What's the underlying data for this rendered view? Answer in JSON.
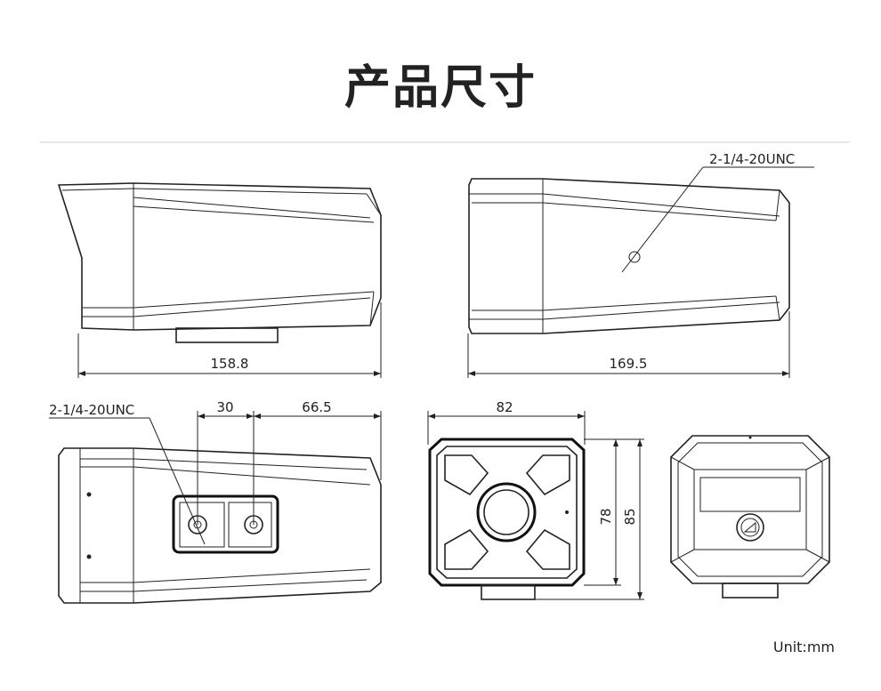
{
  "title": "产品尺寸",
  "unit_label": "Unit:mm",
  "dims": {
    "side_length": "158.8",
    "top_length": "169.5",
    "bottom_gap_a": "30",
    "bottom_gap_b": "66.5",
    "front_width": "82",
    "front_height_a": "78",
    "front_height_b": "85"
  },
  "labels": {
    "thread_top": "2-1/4-20UNC",
    "thread_bottom": "2-1/4-20UNC"
  }
}
